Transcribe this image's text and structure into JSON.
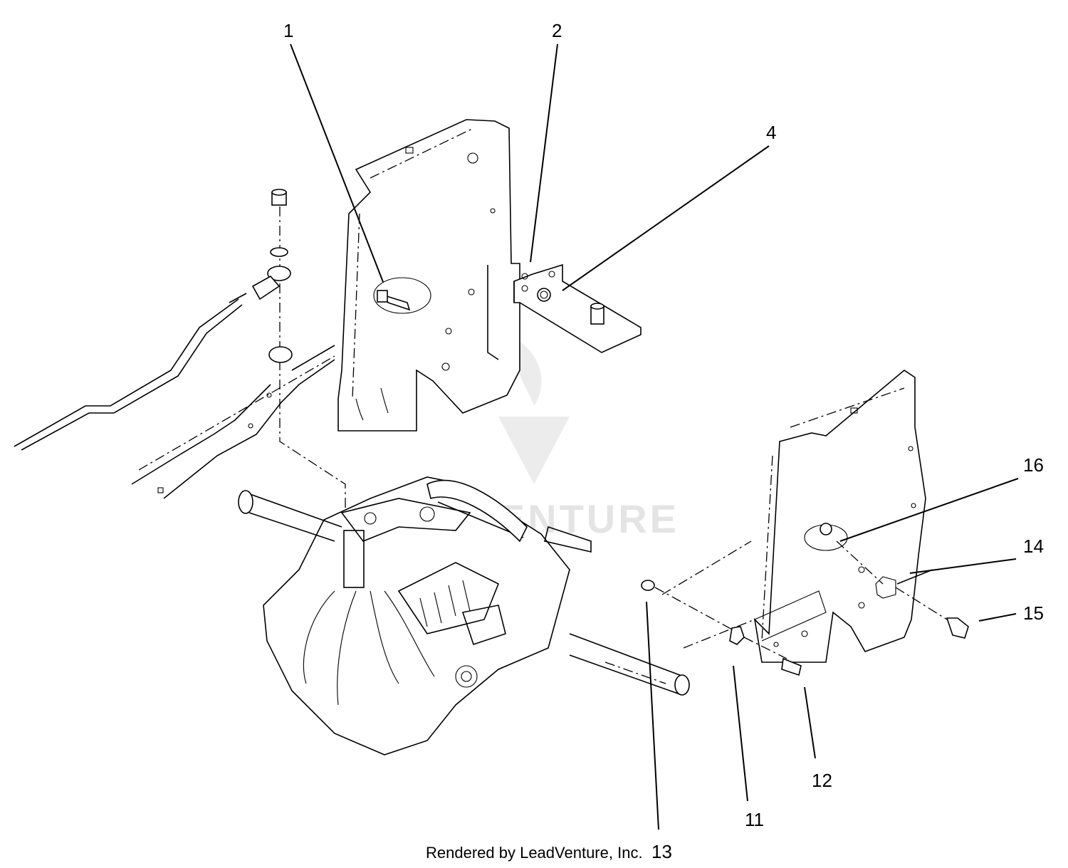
{
  "callouts": [
    {
      "id": "1",
      "label": "1"
    },
    {
      "id": "2",
      "label": "2"
    },
    {
      "id": "4",
      "label": "4"
    },
    {
      "id": "16",
      "label": "16"
    },
    {
      "id": "14",
      "label": "14"
    },
    {
      "id": "15",
      "label": "15"
    },
    {
      "id": "12",
      "label": "12"
    },
    {
      "id": "11",
      "label": "11"
    },
    {
      "id": "13",
      "label": "13"
    }
  ],
  "footer": {
    "credit": "Rendered by LeadVenture, Inc."
  },
  "watermark": {
    "text": "LEADVENTURE"
  }
}
